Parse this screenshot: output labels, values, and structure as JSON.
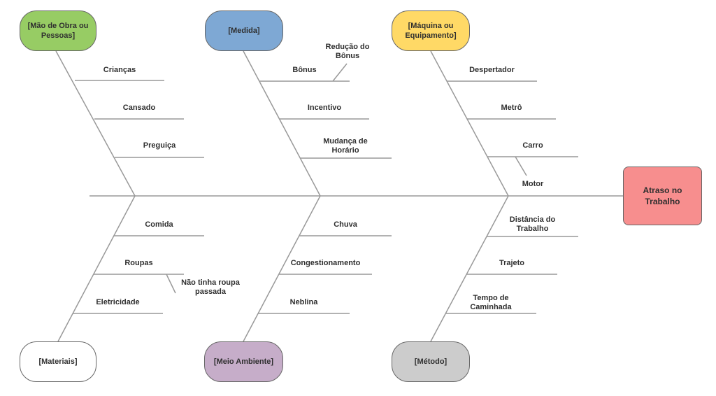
{
  "diagram": {
    "type": "fishbone",
    "background": "#FFFFFF",
    "line_color": "#999999",
    "border_color": "#666666",
    "text_color": "#2F2F2F",
    "effect": {
      "label": "Atraso no Trabalho",
      "fill": "#F78E8E"
    },
    "categories": [
      {
        "id": "mao-de-obra",
        "label": "[Mão de Obra ou Pessoas]",
        "fill": "#97CC64",
        "side": "top",
        "causes": [
          {
            "label": "Crianças"
          },
          {
            "label": "Cansado"
          },
          {
            "label": "Preguiça"
          }
        ]
      },
      {
        "id": "medida",
        "label": "[Medida]",
        "fill": "#7EA8D4",
        "side": "top",
        "causes": [
          {
            "label": "Bônus",
            "subcauses": [
              {
                "label": "Redução do Bônus"
              }
            ]
          },
          {
            "label": "Incentivo"
          },
          {
            "label": "Mudança de Horário"
          }
        ]
      },
      {
        "id": "maquina",
        "label": "[Máquina ou Equipamento]",
        "fill": "#FFD966",
        "side": "top",
        "causes": [
          {
            "label": "Despertador"
          },
          {
            "label": "Metrô"
          },
          {
            "label": "Carro",
            "subcauses": [
              {
                "label": "Motor"
              }
            ]
          }
        ]
      },
      {
        "id": "materiais",
        "label": "[Materiais]",
        "fill": "#FFFFFF",
        "side": "bottom",
        "causes": [
          {
            "label": "Comida"
          },
          {
            "label": "Roupas",
            "subcauses": [
              {
                "label": "Não tinha roupa passada"
              }
            ]
          },
          {
            "label": "Eletricidade"
          }
        ]
      },
      {
        "id": "meio-ambiente",
        "label": "[Meio Ambiente]",
        "fill": "#C6ADC9",
        "side": "bottom",
        "causes": [
          {
            "label": "Chuva"
          },
          {
            "label": "Congestionamento"
          },
          {
            "label": "Neblina"
          }
        ]
      },
      {
        "id": "metodo",
        "label": "[Método]",
        "fill": "#CCCCCC",
        "side": "bottom",
        "causes": [
          {
            "label": "Distância do Trabalho"
          },
          {
            "label": "Trajeto"
          },
          {
            "label": "Tempo de Caminhada"
          }
        ]
      }
    ]
  }
}
